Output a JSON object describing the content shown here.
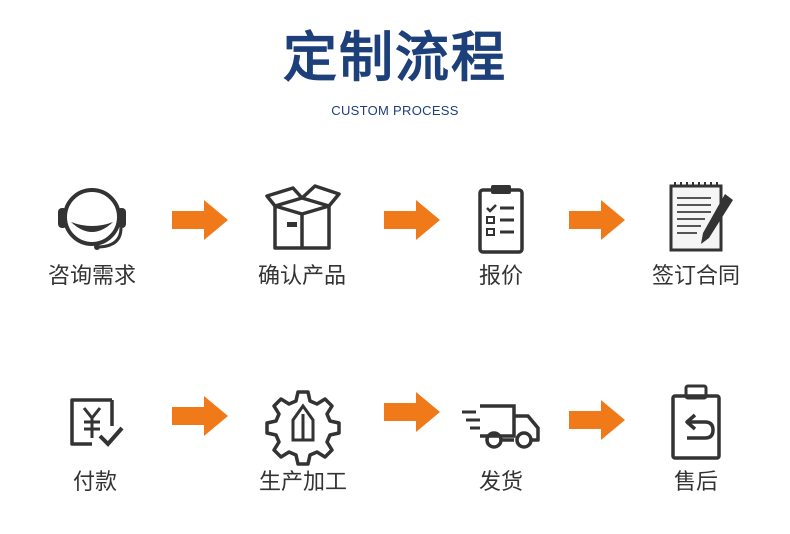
{
  "header": {
    "title": "定制流程",
    "subtitle": "CUSTOM PROCESS"
  },
  "steps": [
    {
      "label": "咨询需求",
      "icon": "headset-icon"
    },
    {
      "label": "确认产品",
      "icon": "box-icon"
    },
    {
      "label": "报价",
      "icon": "clipboard-checklist-icon"
    },
    {
      "label": "签订合同",
      "icon": "notepad-pen-icon"
    },
    {
      "label": "付款",
      "icon": "yuan-payment-icon"
    },
    {
      "label": "生产加工",
      "icon": "gear-icon"
    },
    {
      "label": "发货",
      "icon": "delivery-truck-icon"
    },
    {
      "label": "售后",
      "icon": "return-clipboard-icon"
    }
  ],
  "colors": {
    "title": "#1d3f7a",
    "arrow": "#f07a1a",
    "icon": "#333333",
    "label": "#333333"
  }
}
